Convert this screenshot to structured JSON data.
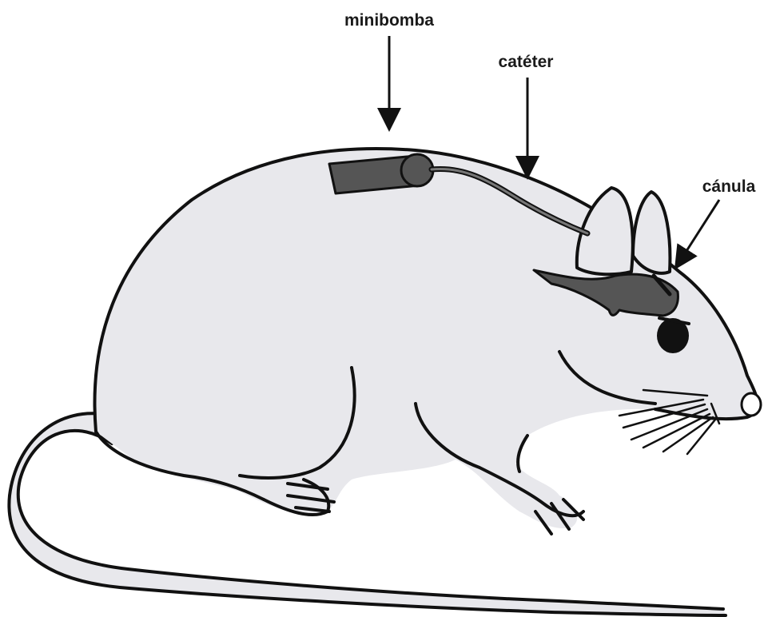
{
  "labels": {
    "pump": "minibomba",
    "catheter": "catéter",
    "cannula": "cánula"
  },
  "colors": {
    "fur": "#e8e8ec",
    "outline": "#111111",
    "device": "#555555",
    "text": "#1a1a1a"
  }
}
